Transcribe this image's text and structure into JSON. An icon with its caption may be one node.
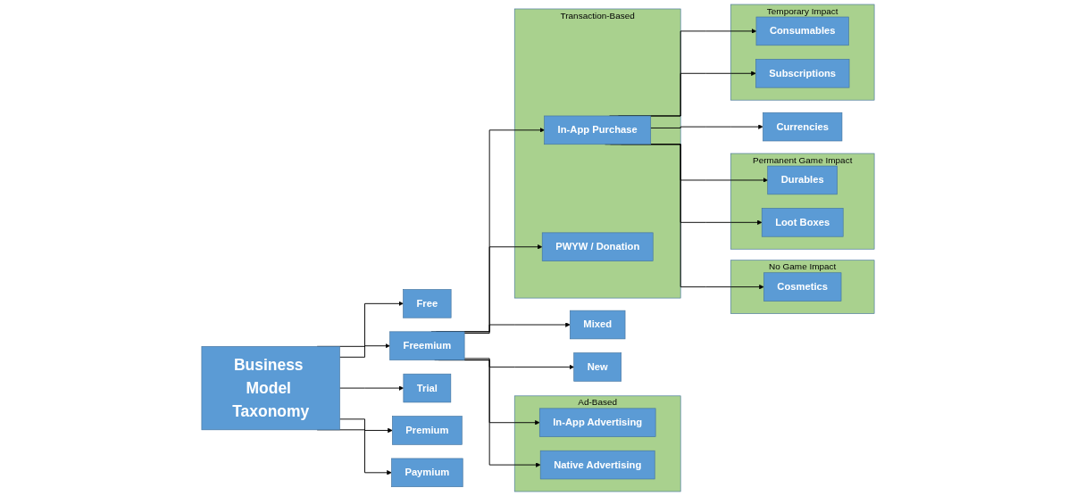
{
  "diagram": {
    "nodes": [
      {
        "text": [
          "Business Model Taxonomy"
        ]
      },
      {
        "text": [
          "Free"
        ]
      },
      {
        "text": [
          "Freemium"
        ]
      },
      {
        "text": [
          "Trial"
        ]
      },
      {
        "text": [
          "Premium"
        ]
      },
      {
        "text": [
          "Paymium"
        ]
      },
      {
        "text": [
          "Ad-Based"
        ]
      },
      {
        "text": [
          "In-App Advertising"
        ],
        "in": 6
      },
      {
        "text": [
          "Native Advertising"
        ],
        "in": 6
      },
      {
        "text": [
          "Mixed"
        ]
      },
      {
        "text": [
          "Transaction-Based"
        ]
      },
      {
        "text": [
          "In-App Purchase"
        ],
        "in": 10
      },
      {
        "text": [
          "PWYW / Donation"
        ],
        "in": 10
      },
      {
        "text": [
          "New"
        ]
      },
      {
        "text": [
          "Currencies"
        ]
      },
      {
        "text": [
          "No Game Impact"
        ]
      },
      {
        "text": [
          "Cosmetics"
        ],
        "in": 15
      },
      {
        "text": [
          "Permanent Game Impact"
        ]
      },
      {
        "text": [
          "Durables"
        ],
        "in": 17
      },
      {
        "text": [
          "Loot Boxes"
        ],
        "in": 17
      },
      {
        "text": [
          "Temporary Impact"
        ]
      },
      {
        "text": [
          "Consumables"
        ],
        "in": 20
      },
      {
        "text": [
          "Subscriptions"
        ],
        "in": 20
      }
    ],
    "edges": [
      {
        "from": 0,
        "to": 1,
        "arrow": "to"
      },
      {
        "from": 0,
        "to": 2,
        "arrow": "to"
      },
      {
        "from": 0,
        "to": 3,
        "arrow": "to"
      },
      {
        "from": 0,
        "to": 4,
        "arrow": "to"
      },
      {
        "from": 0,
        "to": 5,
        "arrow": "to"
      },
      {
        "from": 2,
        "to": 7,
        "arrow": "to"
      },
      {
        "from": 2,
        "to": 8,
        "arrow": "to"
      },
      {
        "from": 2,
        "to": 9,
        "arrow": "to"
      },
      {
        "from": 2,
        "to": 11,
        "arrow": "to"
      },
      {
        "from": 2,
        "to": 12,
        "arrow": "to"
      },
      {
        "from": 2,
        "to": 13,
        "arrow": "to"
      },
      {
        "from": 11,
        "to": 14,
        "arrow": "to"
      },
      {
        "from": 11,
        "to": 16,
        "arrow": "to"
      },
      {
        "from": 11,
        "to": 18,
        "arrow": "to"
      },
      {
        "from": 11,
        "to": 19,
        "arrow": "to"
      },
      {
        "from": 11,
        "to": 21,
        "arrow": "to"
      },
      {
        "from": 11,
        "to": 22,
        "arrow": "to"
      }
    ]
  }
}
